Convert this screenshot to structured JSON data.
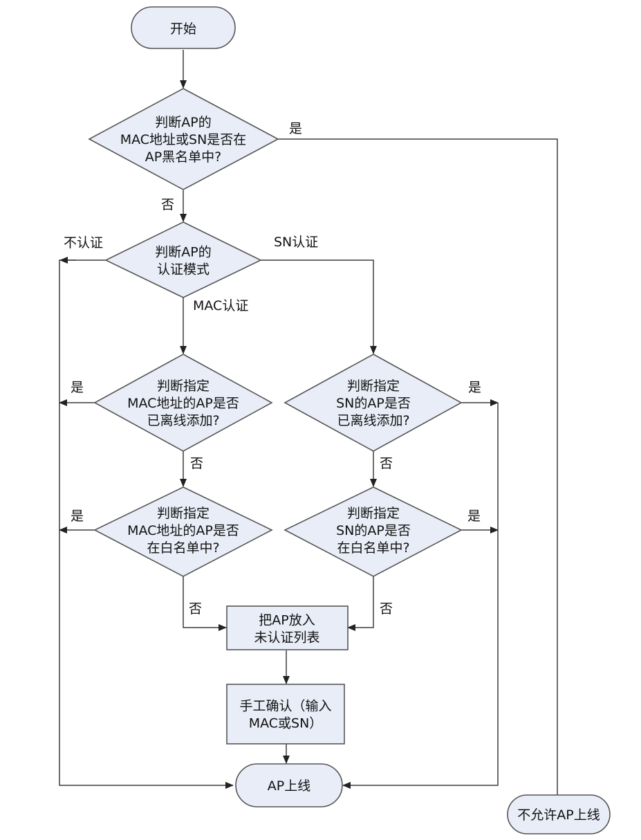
{
  "nodes": {
    "start": [
      "开始"
    ],
    "blacklist_check": [
      "判断AP的",
      "MAC地址或SN是否在",
      "AP黑名单中?"
    ],
    "auth_mode": [
      "判断AP的",
      "认证模式"
    ],
    "mac_offline": [
      "判断指定",
      "MAC地址的AP是否",
      "已离线添加?"
    ],
    "sn_offline": [
      "判断指定",
      "SN的AP是否",
      "已离线添加?"
    ],
    "mac_whitelist": [
      "判断指定",
      "MAC地址的AP是否",
      "在白名单中?"
    ],
    "sn_whitelist": [
      "判断指定",
      "SN的AP是否",
      "在白名单中?"
    ],
    "unauth_list": [
      "把AP放入",
      "未认证列表"
    ],
    "manual_confirm": [
      "手工确认（输入",
      "MAC或SN）"
    ],
    "ap_online": [
      "AP上线"
    ],
    "ap_denied": [
      "不允许AP上线"
    ]
  },
  "edge_labels": {
    "blacklist_yes": "是",
    "blacklist_no": "否",
    "no_auth": "不认证",
    "sn_auth": "SN认证",
    "mac_auth": "MAC认证",
    "mac_offline_yes": "是",
    "mac_offline_no": "否",
    "sn_offline_yes": "是",
    "sn_offline_no": "否",
    "mac_whitelist_yes": "是",
    "mac_whitelist_no": "否",
    "sn_whitelist_yes": "是",
    "sn_whitelist_no": "否"
  }
}
